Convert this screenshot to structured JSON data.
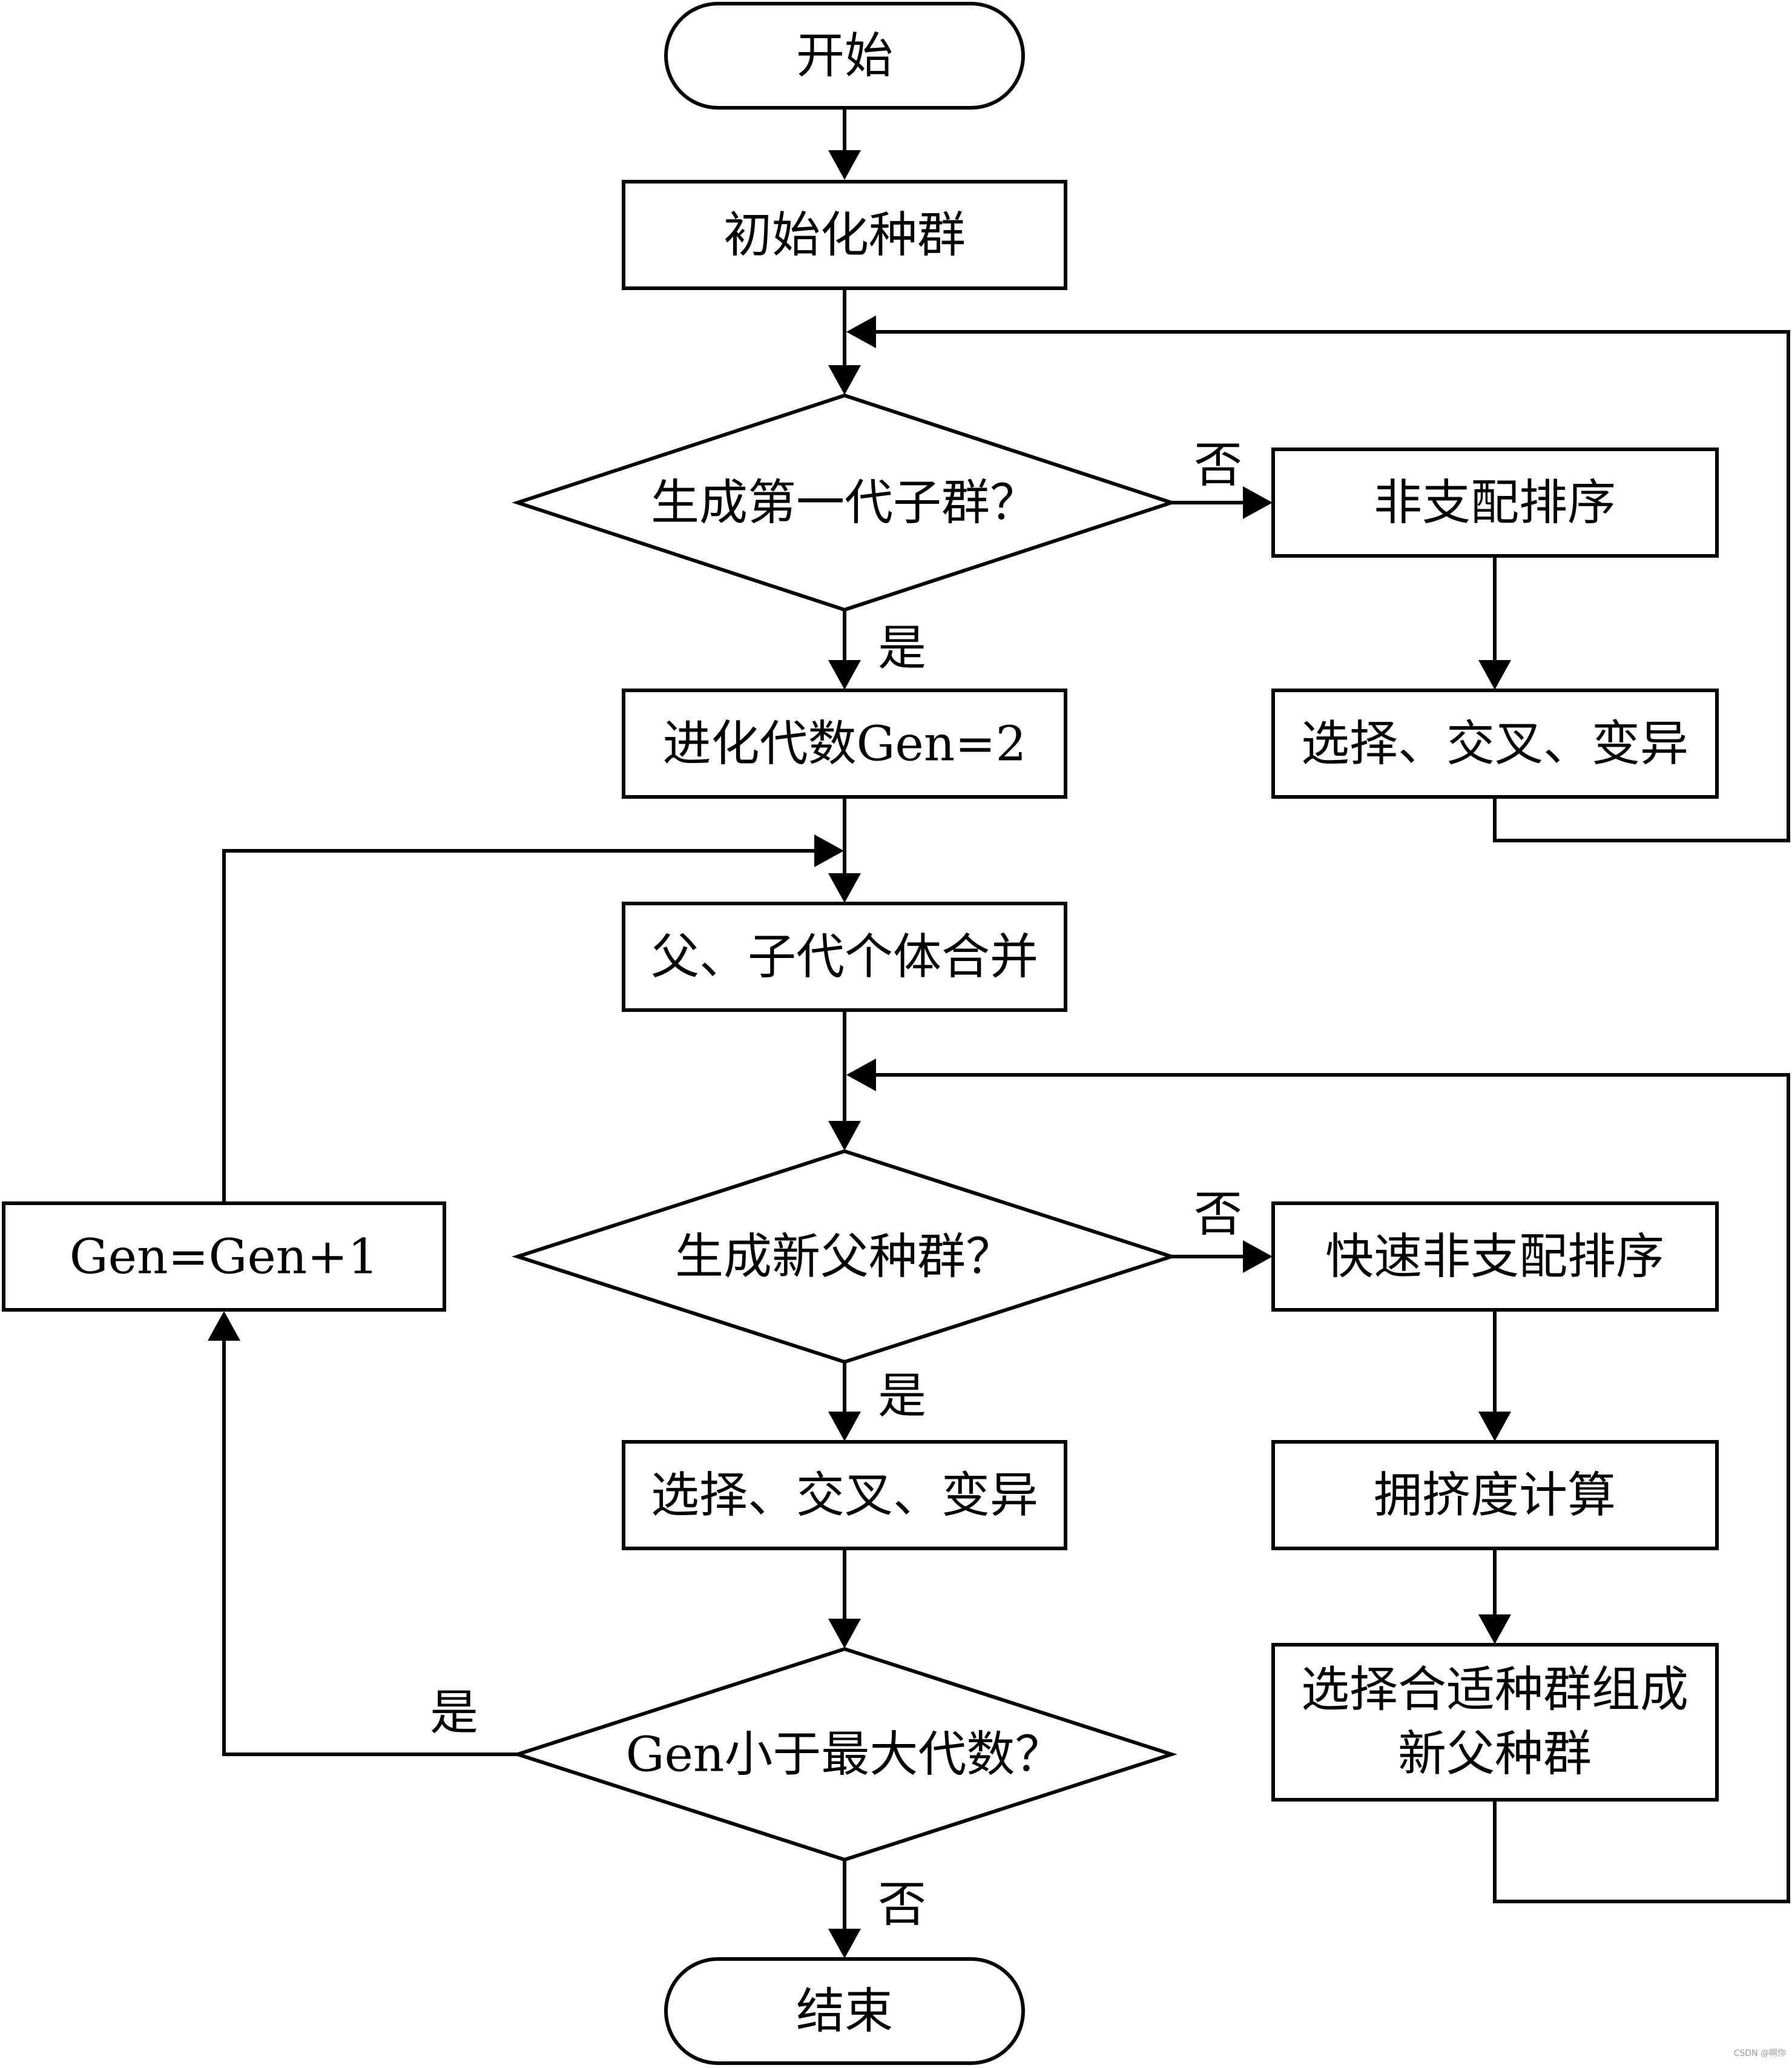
{
  "nodes": {
    "start": "开始",
    "init_population": "初始化种群",
    "decision_first_gen": "生成第一代子群？",
    "nondominated_sort": "非支配排序",
    "select_cross_mutate_1": "选择、交叉、变异",
    "set_gen": "进化代数Gen=2",
    "merge": "父、子代个体合并",
    "decision_new_parent": "生成新父种群？",
    "fast_nondominated_sort": "快速非支配排序",
    "crowding": "拥挤度计算",
    "select_new_parent_line1": "选择合适种群组成",
    "select_new_parent_line2": "新父种群",
    "select_cross_mutate_2": "选择、交叉、变异",
    "decision_max_gen": "Gen小于最大代数？",
    "gen_increment": "Gen=Gen+1",
    "end": "结束"
  },
  "edge_labels": {
    "first_gen_no": "否",
    "first_gen_yes": "是",
    "new_parent_no": "否",
    "new_parent_yes": "是",
    "max_gen_yes": "是",
    "max_gen_no": "否"
  },
  "watermark": "CSDN @啊你"
}
